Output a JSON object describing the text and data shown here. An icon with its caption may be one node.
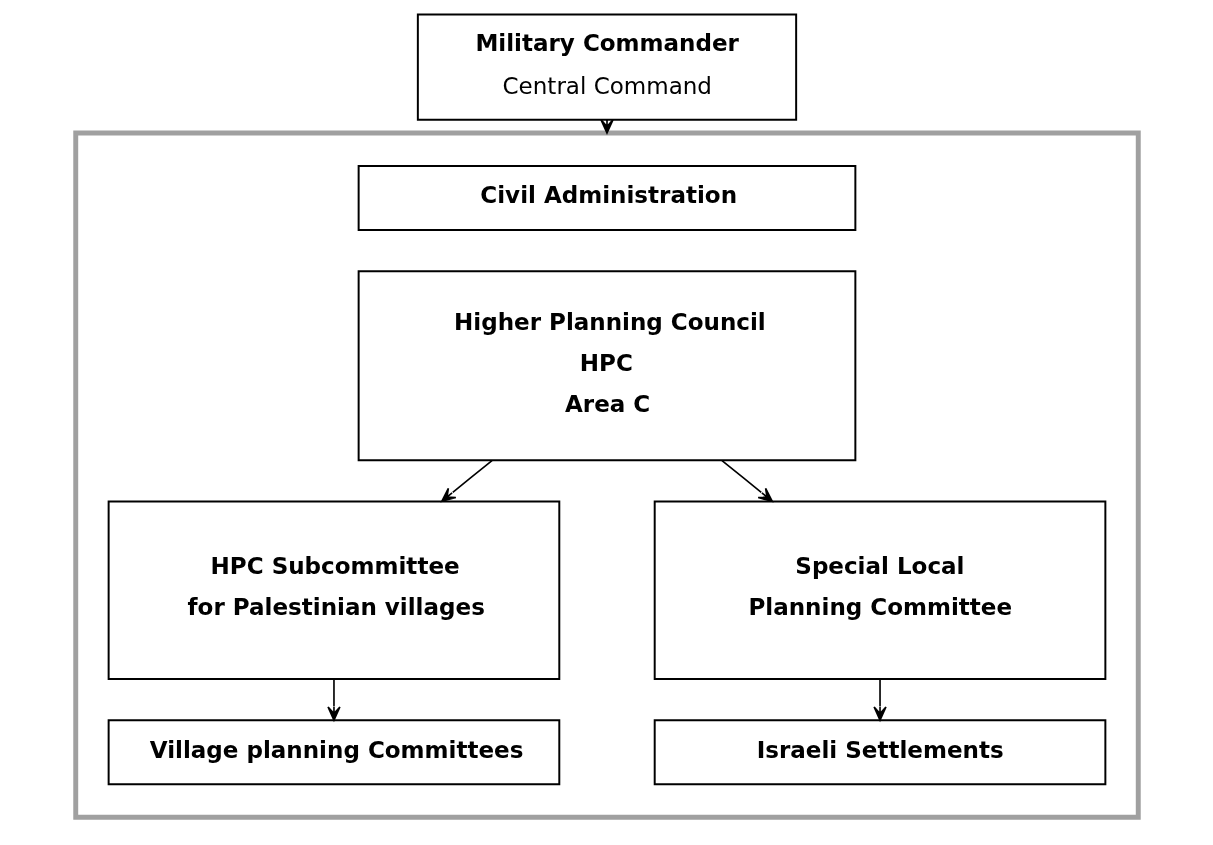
{
  "diagram": {
    "nodes": [
      {
        "text": [
          "Military Commander",
          "Central Command"
        ]
      },
      {
        "text": [],
        "shape": "box"
      },
      {
        "text": [
          "Civil Administration"
        ],
        "in": 1
      },
      {
        "text": [
          "Higher Planning Council",
          "HPC",
          "Area C"
        ],
        "in": 1
      },
      {
        "text": [
          "HPC Subcommittee",
          "for Palestinian villages"
        ],
        "in": 1
      },
      {
        "text": [
          "Special Local",
          "Planning Committee"
        ],
        "in": 1
      },
      {
        "text": [
          "Village planning Committees"
        ],
        "in": 1
      },
      {
        "text": [
          "Israeli Settlements"
        ],
        "in": 1
      }
    ],
    "edges": [
      {
        "from": 0,
        "to": 1,
        "arrow": "to"
      },
      {
        "from": 3,
        "to": 4,
        "arrow": "to"
      },
      {
        "from": 3,
        "to": 5,
        "arrow": "to"
      },
      {
        "from": 4,
        "to": 6,
        "arrow": "to"
      },
      {
        "from": 5,
        "to": 7,
        "arrow": "to"
      }
    ]
  }
}
